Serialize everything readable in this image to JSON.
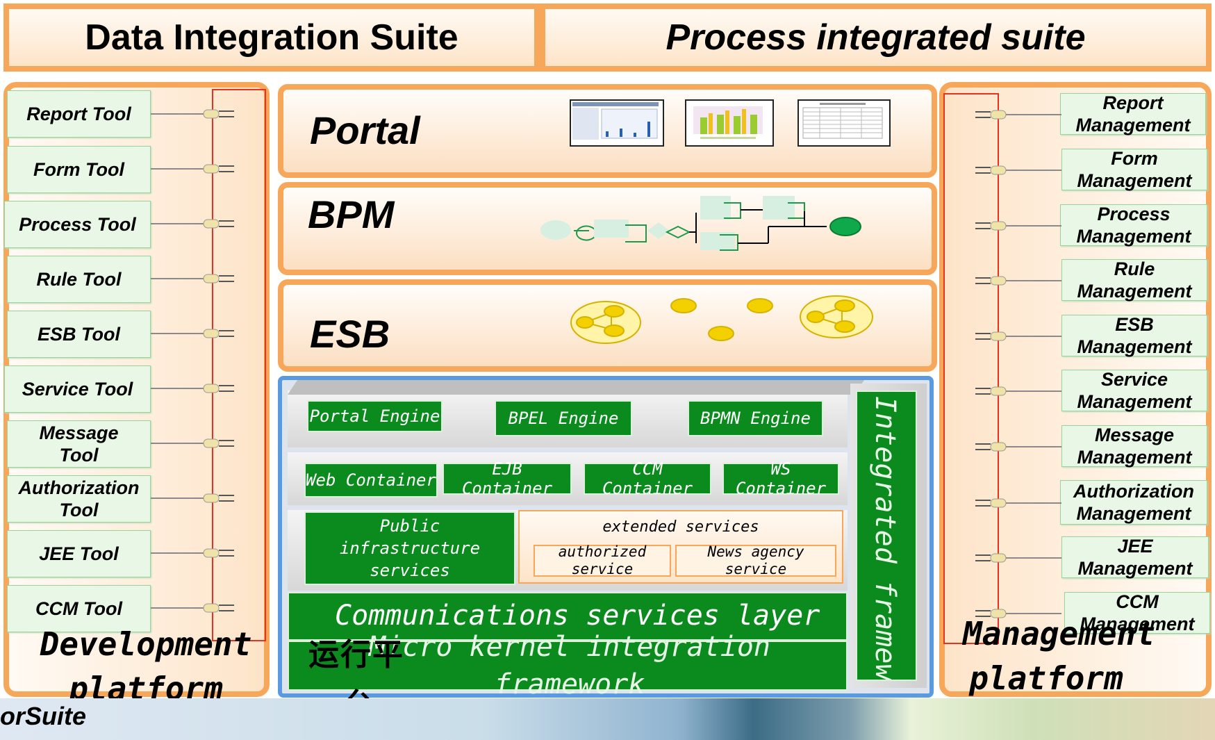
{
  "header": {
    "left_title": "Data Integration Suite",
    "right_title": "Process integrated suite"
  },
  "dev_platform": {
    "label": "Development platform",
    "tools": [
      "Report Tool",
      "Form Tool",
      "Process Tool",
      "Rule Tool",
      "ESB Tool",
      "Service Tool",
      "Message Tool",
      "Authorization Tool",
      "JEE Tool",
      "CCM Tool"
    ]
  },
  "mgmt_platform": {
    "label": "Management platform",
    "items": [
      "Report Management",
      "Form Management",
      "Process Management",
      "Rule Management",
      "ESB Management",
      "Service Management",
      "Message Management",
      "Authorization Management",
      "JEE Management",
      "CCM Management"
    ]
  },
  "layers": {
    "portal": "Portal",
    "bpm": "BPM",
    "esb": "ESB"
  },
  "runtime": {
    "engines": [
      "Portal Engine",
      "BPEL Engine",
      "BPMN Engine"
    ],
    "containers": [
      "Web Container",
      "EJB Container",
      "CCM Container",
      "WS Container"
    ],
    "public_infra": "Public infrastructure services",
    "extended": {
      "title": "extended services",
      "items": [
        "authorized service",
        "News agency service"
      ]
    },
    "comm_layer": "Communications services layer",
    "micro_kernel": "Micro kernel integration framework",
    "integrated_framework": "Integrated framework",
    "overlap_glyph": "运行平",
    "overlap_glyph2": "台"
  },
  "footer": {
    "brand": "orSuite"
  },
  "colors": {
    "orange_border": "#f6a75a",
    "engine_green": "#0b8b1e",
    "tool_green": "#e9f8e6",
    "frame_blue": "#4a8fd6",
    "red_frame": "#e8321e"
  }
}
